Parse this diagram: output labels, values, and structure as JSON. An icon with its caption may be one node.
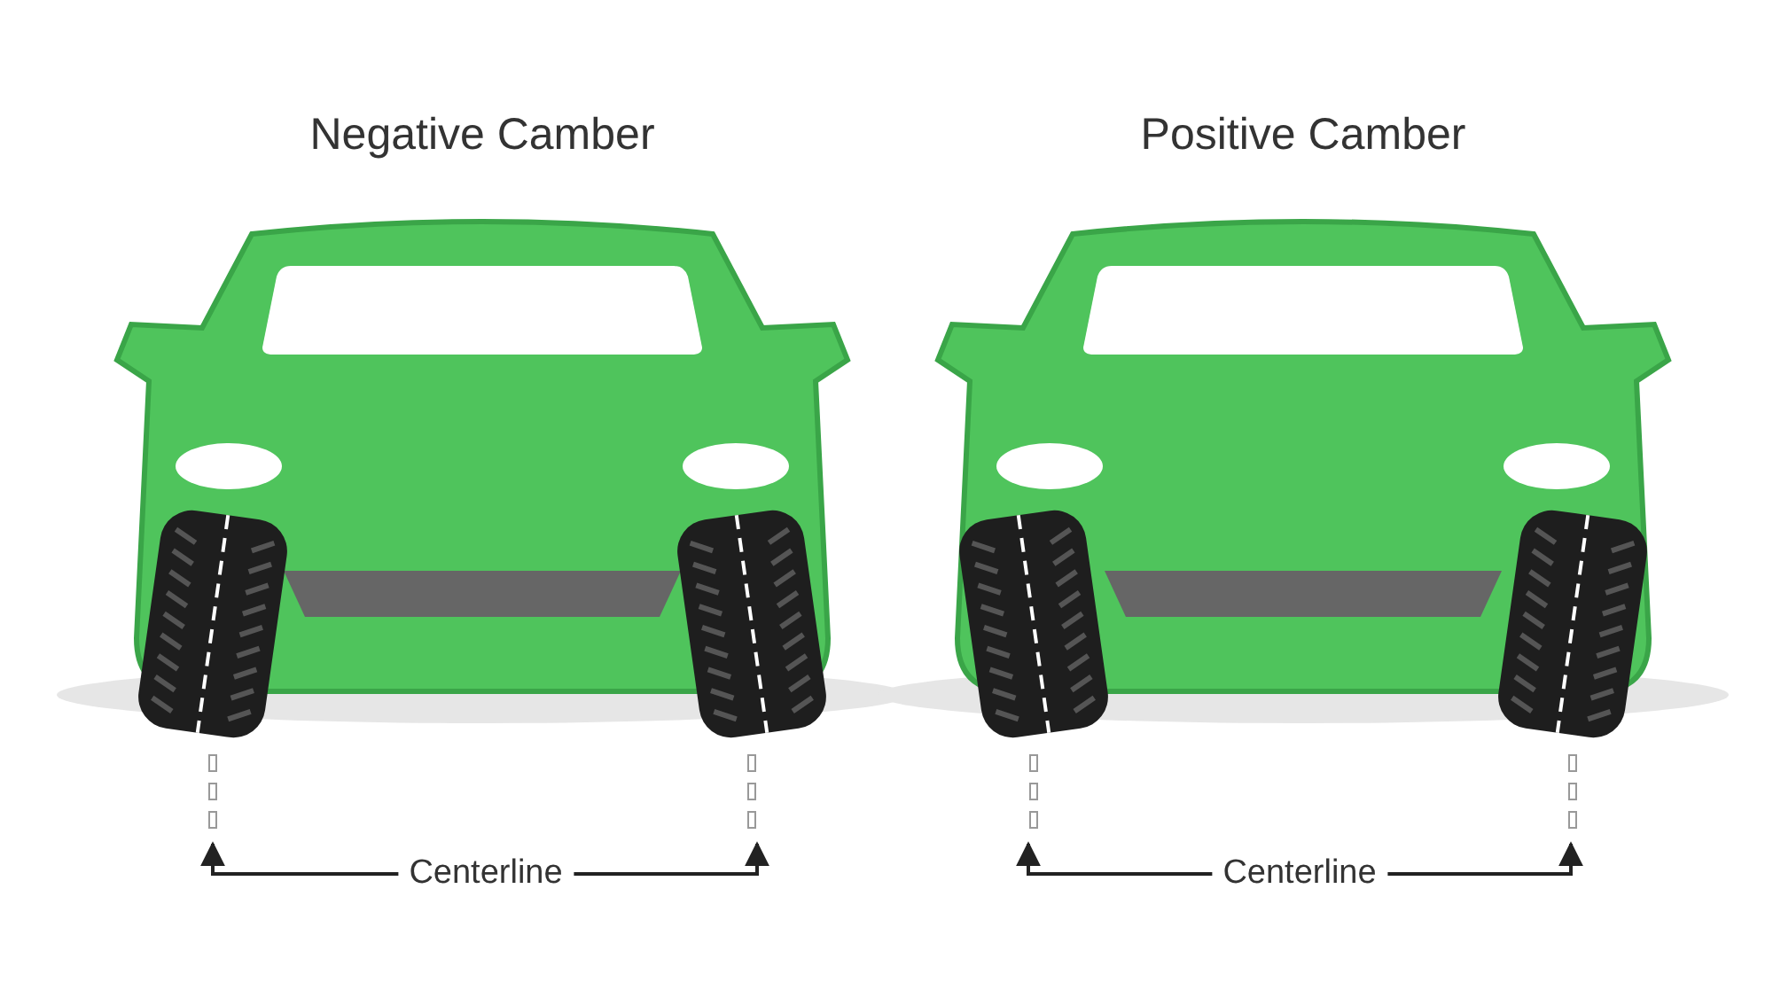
{
  "diagram": {
    "labels": [
      "Negative Camber",
      "Positive Camber",
      "Centerline",
      "Centerline"
    ]
  }
}
